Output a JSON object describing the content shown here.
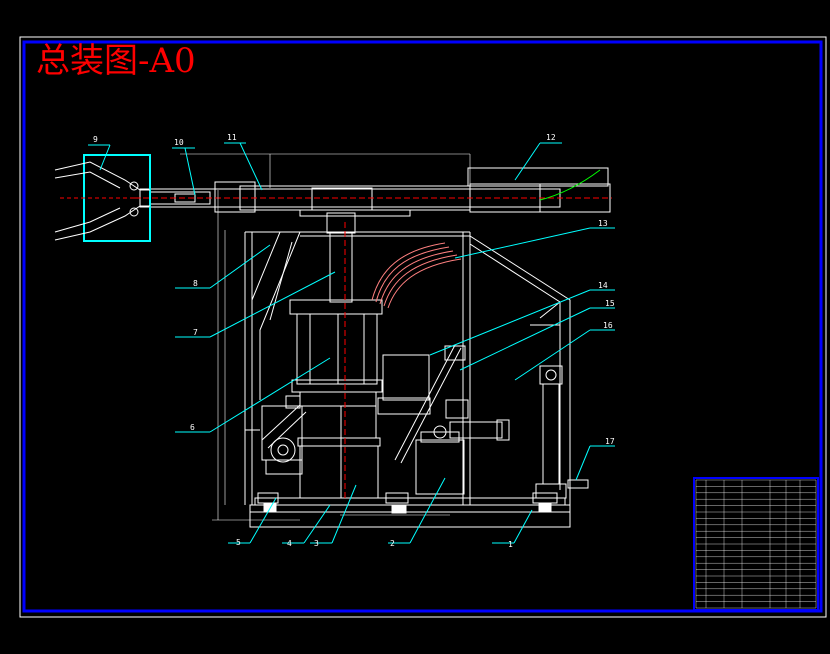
{
  "sheet": {
    "title": "总装图-A0",
    "colors": {
      "background": "#000000",
      "outer_frame": "#ffffff",
      "inner_frame": "#0000ff",
      "part": "#ffffff",
      "leader": "#00ffff",
      "label": "#ffffff",
      "title": "#ff0000",
      "hidden_line": "#ff0000",
      "gripper_outline": "#00ffff",
      "highlight": "#00ff00",
      "hose": "#ff8080"
    }
  },
  "callouts": [
    {
      "id": "c1",
      "text": "1"
    },
    {
      "id": "c2",
      "text": "2"
    },
    {
      "id": "c3",
      "text": "3"
    },
    {
      "id": "c4",
      "text": "4"
    },
    {
      "id": "c5",
      "text": "5"
    },
    {
      "id": "c6",
      "text": "6"
    },
    {
      "id": "c7",
      "text": "7"
    },
    {
      "id": "c8",
      "text": "8"
    },
    {
      "id": "c9",
      "text": "9"
    },
    {
      "id": "c10",
      "text": "10"
    },
    {
      "id": "c11",
      "text": "11"
    },
    {
      "id": "c12",
      "text": "12"
    },
    {
      "id": "c13",
      "text": "13"
    },
    {
      "id": "c14",
      "text": "14"
    },
    {
      "id": "c15",
      "text": "15"
    },
    {
      "id": "c16",
      "text": "16"
    },
    {
      "id": "c17",
      "text": "17"
    }
  ],
  "bom_table": {
    "rows": 17,
    "columns": 6
  }
}
